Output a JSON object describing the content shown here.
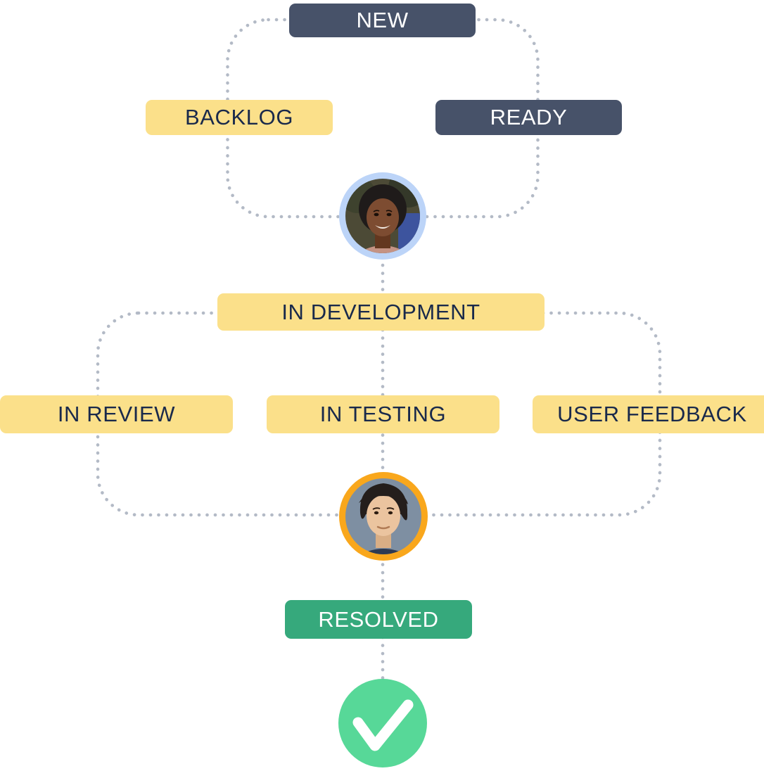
{
  "statuses": {
    "new": {
      "label": "NEW",
      "variant": "dark"
    },
    "backlog": {
      "label": "BACKLOG",
      "variant": "yellow"
    },
    "ready": {
      "label": "READY",
      "variant": "dark"
    },
    "in_development": {
      "label": "IN DEVELOPMENT",
      "variant": "yellow"
    },
    "in_review": {
      "label": "IN REVIEW",
      "variant": "yellow"
    },
    "in_testing": {
      "label": "IN TESTING",
      "variant": "yellow"
    },
    "user_feedback": {
      "label": "USER FEEDBACK",
      "variant": "yellow"
    },
    "resolved": {
      "label": "RESOLVED",
      "variant": "green"
    }
  },
  "avatars": {
    "assignee_1": {
      "description": "woman portrait photo",
      "ring_color": "#BCD4F8"
    },
    "assignee_2": {
      "description": "man portrait photo",
      "ring_color": "#F9A71C"
    }
  },
  "icons": {
    "done": "checkmark-icon"
  },
  "colors": {
    "dark_chip": "#475269",
    "yellow_chip": "#FBE08A",
    "green_chip": "#36A97C",
    "done_circle": "#57D898",
    "chip_text_dark": "#19294B",
    "chip_text_light": "#FFFFFF",
    "dotted_line": "#B3BAC6",
    "avatar_ring_blue": "#BCD4F8",
    "avatar_ring_orange": "#F9A71C"
  }
}
